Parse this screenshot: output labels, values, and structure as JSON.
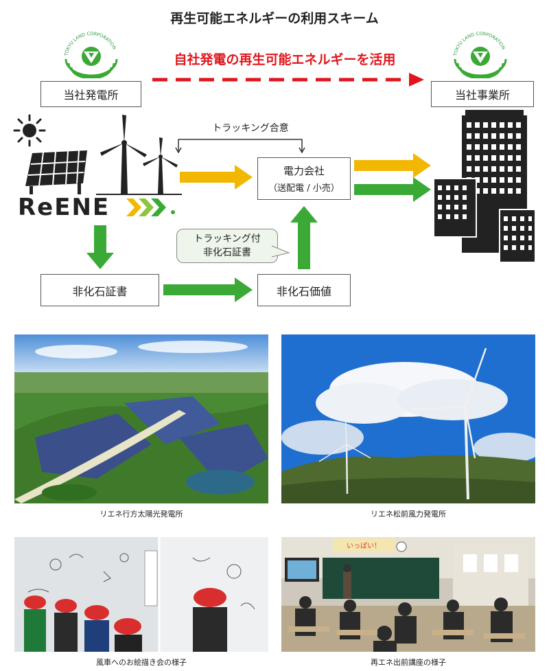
{
  "title": "再生可能エネルギーの利用スキーム",
  "top": {
    "logo_text": "TOKYU LAND CORPORATION",
    "left_box": "当社発電所",
    "right_box": "当社事業所",
    "red_arrow_label": "自社発電の再生可能エネルギーを活用"
  },
  "scheme": {
    "tracking_agreement": "トラッキング合意",
    "power_company_line1": "電力会社",
    "power_company_line2": "（送配電 / 小売）",
    "bubble_line1": "トラッキング付",
    "bubble_line2": "非化石証書",
    "cert_box": "非化石証書",
    "value_box": "非化石価値",
    "brand": "ReENE",
    "colors": {
      "yellow": "#f2b700",
      "green": "#3aa935",
      "red": "#e0161d"
    }
  },
  "photos": {
    "solar_caption": "リエネ行方太陽光発電所",
    "wind_caption": "リエネ松前風力発電所",
    "drawing_caption": "風車へのお絵描き会の様子",
    "lecture_caption": "再エネ出前講座の様子",
    "banner_text": "いっぱい！"
  }
}
